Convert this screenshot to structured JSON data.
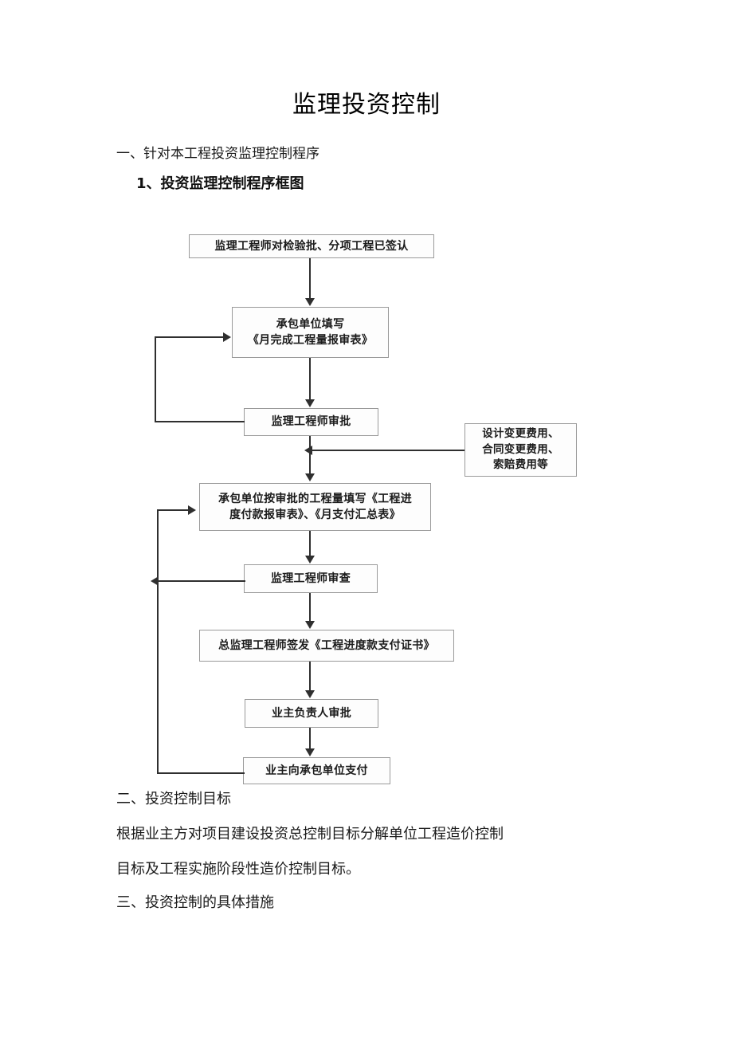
{
  "document": {
    "title": "监理投资控制",
    "sections": [
      {
        "id": "s1",
        "heading": "一、针对本工程投资监理控制程序"
      },
      {
        "id": "s1_1",
        "heading": "1、投资监理控制程序框图"
      },
      {
        "id": "s2",
        "heading": "二、投资控制目标"
      },
      {
        "id": "s3",
        "heading": "三、投资控制的具体措施"
      }
    ],
    "body_paragraph": {
      "line1": "根据业主方对项目建设投资总控制目标分解单位工程造价控制",
      "line2": "目标及工程实施阶段性造价控制目标。"
    }
  },
  "flowchart": {
    "title": "投资监理控制程序框图",
    "border_color": "#9a9a9a",
    "fill_color": "#fdfdfd",
    "line_color": "#2f2f2f",
    "nodes": {
      "top": "监理工程师对检验批、分项工程已签认",
      "fill_line1": "承包单位填写",
      "fill_line2": "《月完成工程量报审表》",
      "approve": "监理工程师审批",
      "side_line1": "设计变更费用、",
      "side_line2": "合同变更费用、",
      "side_line3": "索赔费用等",
      "progress_line1": "承包单位按审批的工程量填写《工程进",
      "progress_line2": "度付款报审表》、《月支付汇总表》",
      "review": "监理工程师审查",
      "certify": "总监理工程师签发《工程进度款支付证书》",
      "owner": "业主负责人审批",
      "pay": "业主向承包单位支付"
    }
  }
}
